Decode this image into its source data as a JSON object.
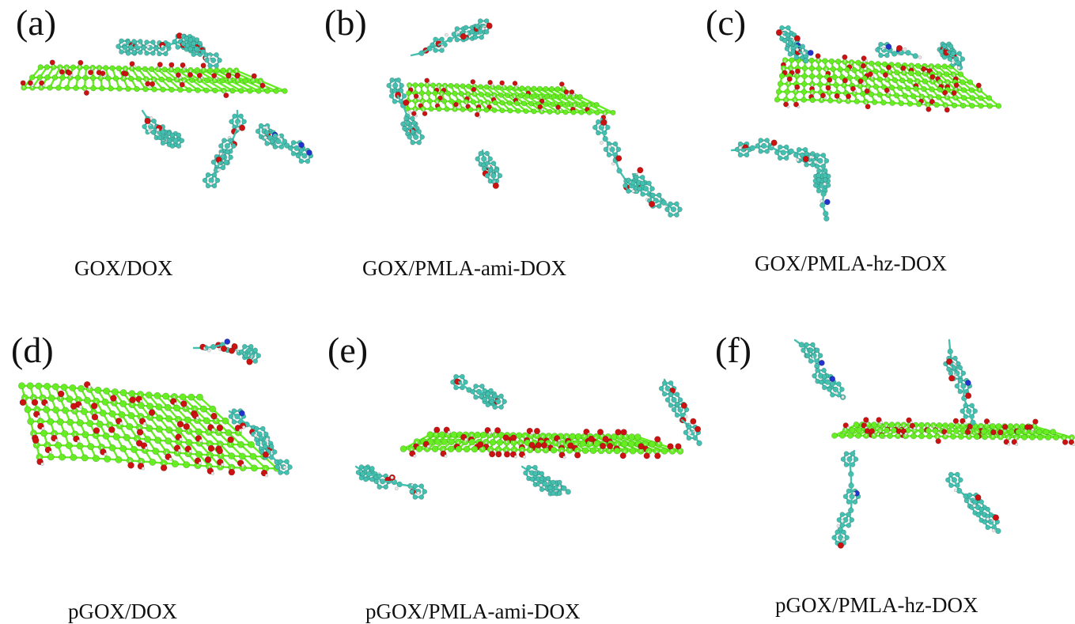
{
  "panels": [
    {
      "letter": "(a)",
      "caption": "GOX/DOX"
    },
    {
      "letter": "(b)",
      "caption": "GOX/PMLA-ami-DOX"
    },
    {
      "letter": "(c)",
      "caption": "GOX/PMLA-hz-DOX"
    },
    {
      "letter": "(d)",
      "caption": "pGOX/DOX"
    },
    {
      "letter": "(e)",
      "caption": "pGOX/PMLA-ami-DOX"
    },
    {
      "letter": "(f)",
      "caption": "pGOX/PMLA-hz-DOX"
    }
  ],
  "colors": {
    "graphene_carbon": "#66ee22",
    "oxygen": "#cc1111",
    "drug_carbon": "#44c0b0",
    "nitrogen": "#2233cc",
    "hydrogen": "#e8e8e8"
  }
}
